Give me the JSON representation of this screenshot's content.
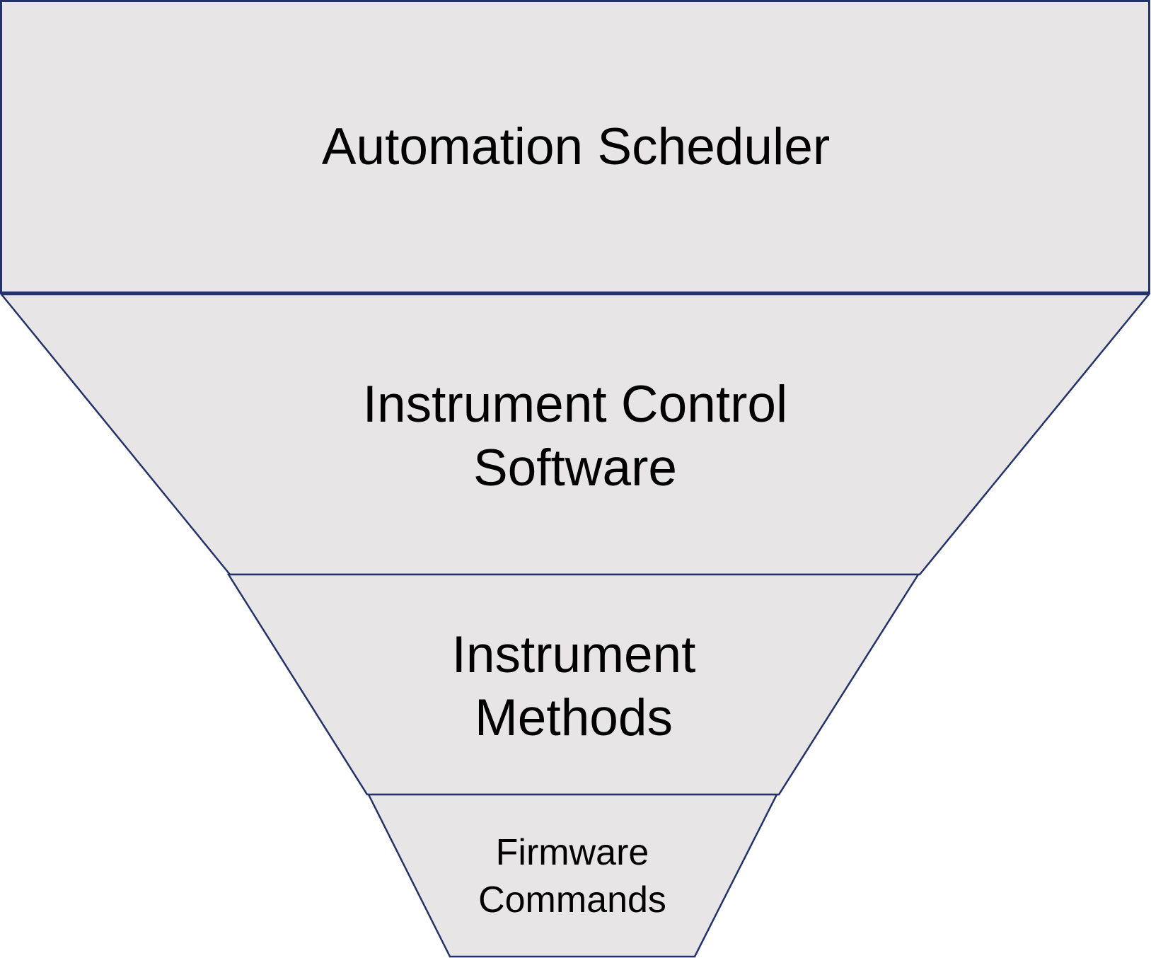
{
  "diagram": {
    "type": "inverted-pyramid",
    "fill_color": "#e7e5e6",
    "stroke_color": "#24326a",
    "text_color": "#000000",
    "layers": [
      {
        "lines": [
          "Automation Scheduler"
        ]
      },
      {
        "lines": [
          "Instrument Control",
          "Software"
        ]
      },
      {
        "lines": [
          "Instrument",
          "Methods"
        ]
      },
      {
        "lines": [
          "Firmware",
          "Commands"
        ]
      }
    ]
  }
}
